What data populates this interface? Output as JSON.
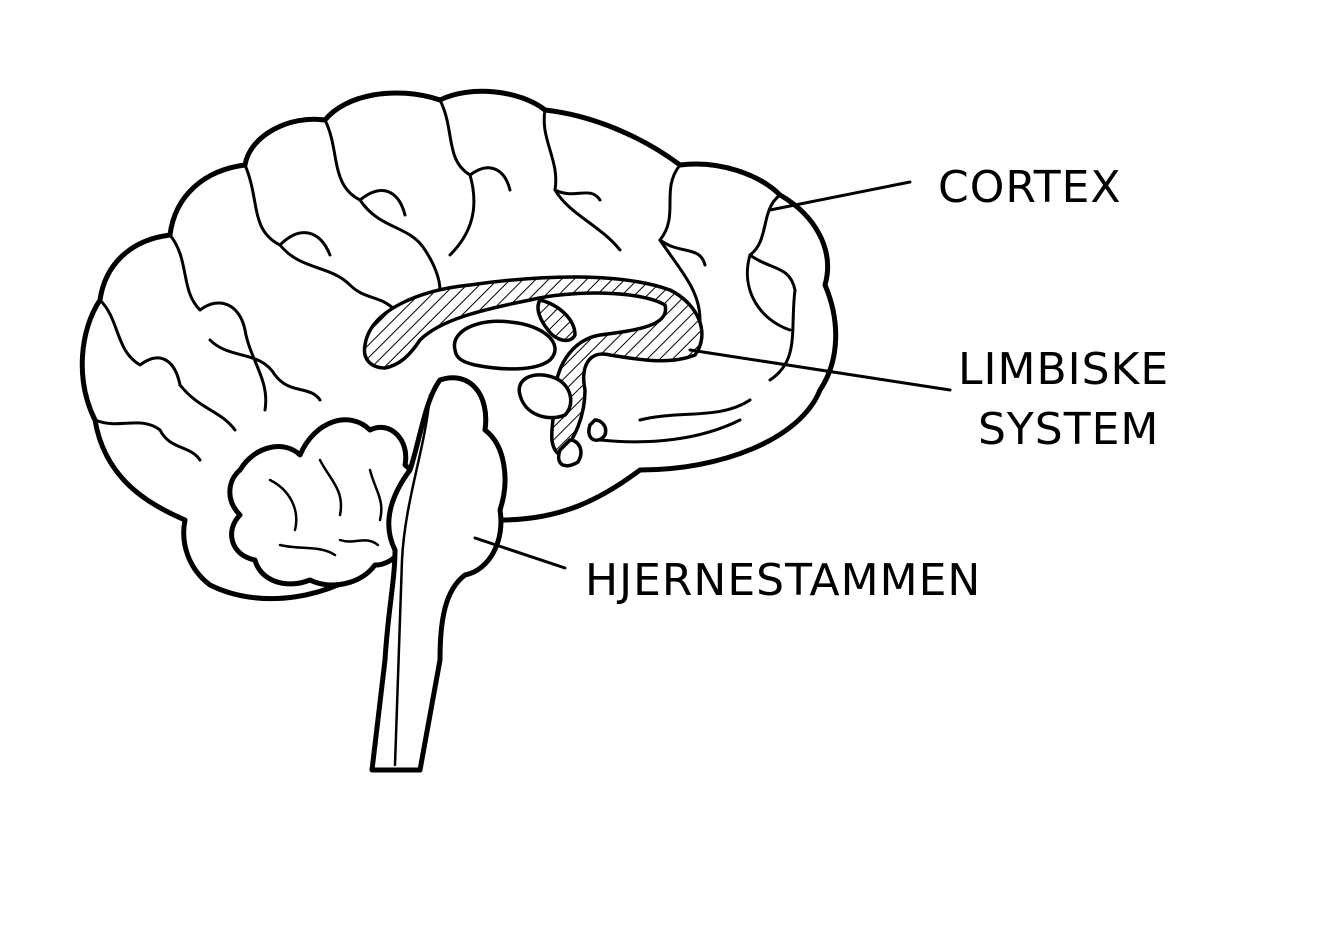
{
  "labels": {
    "cortex": "CORTEX",
    "limbic_line1": "LIMBISKE",
    "limbic_line2": "SYSTEM",
    "brainstem": "HJERNESTAMMEN"
  },
  "colors": {
    "ink": "#000000",
    "paper": "#ffffff"
  }
}
